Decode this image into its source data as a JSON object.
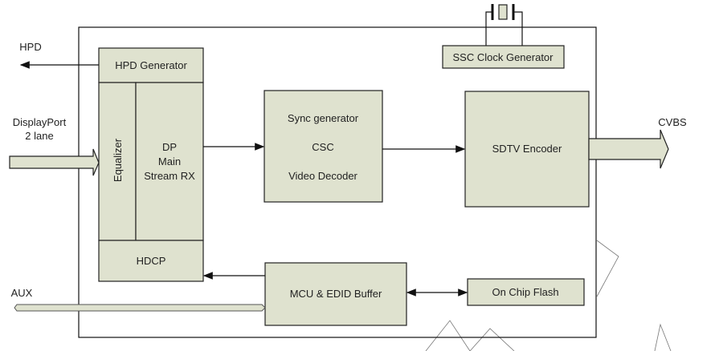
{
  "labels": {
    "hpd": "HPD",
    "displayport": "DisplayPort",
    "lanes": "2 lane",
    "aux": "AUX",
    "cvbs": "CVBS"
  },
  "blocks": {
    "hpd_generator": "HPD Generator",
    "equalizer": "Equalizer",
    "dp_rx": [
      "DP",
      "Main",
      "Stream RX"
    ],
    "hdcp": "HDCP",
    "video": [
      "Sync generator",
      "CSC",
      "Video Decoder"
    ],
    "sdtv": "SDTV Encoder",
    "ssc": "SSC Clock Generator",
    "mcu": "MCU & EDID Buffer",
    "flash": "On Chip Flash"
  },
  "colors": {
    "block_fill": "#dfe2cf",
    "line": "#111111"
  }
}
